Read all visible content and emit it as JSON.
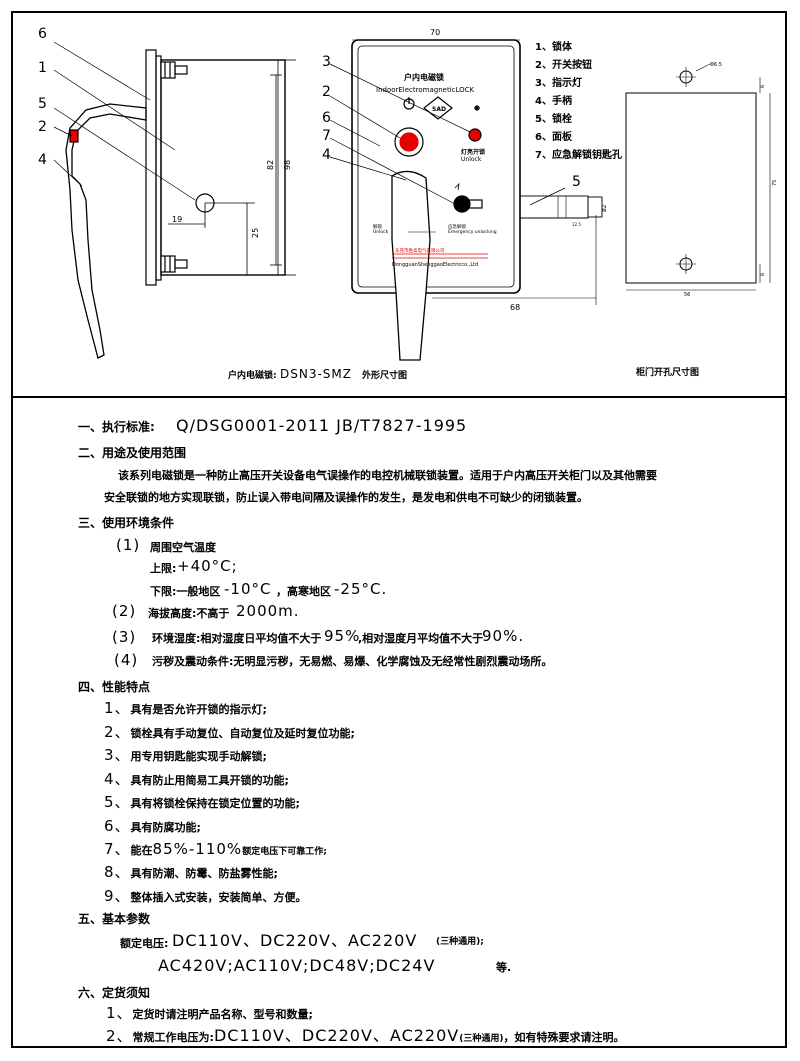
{
  "drawing": {
    "callouts_left": [
      "6",
      "1",
      "5",
      "2",
      "4"
    ],
    "dims_left": {
      "d19": "19",
      "d25": "25",
      "d82": "82",
      "d98": "98"
    },
    "front": {
      "title_cn": "户内电磁锁",
      "title_en": "IndoorElectromagneticLOCK",
      "brand": "SAD",
      "lamp_unlock_cn": "灯亮开锁",
      "lamp_unlock_en": "Unlock",
      "dim_70": "70",
      "dim_68": "68",
      "callouts": [
        "3",
        "2",
        "6",
        "7",
        "4",
        "5"
      ],
      "small_left_cn": "解锁",
      "small_left_en": "Unlock",
      "small_right_cn": "应急解锁",
      "small_right_en": "Emergency unlocking",
      "small_red": "东莞市胜高电气有限公司",
      "company_en": "DongguanShenggaoElectricco.,Ltd",
      "dim_phi2": "ø2",
      "dim_h": "12.5"
    },
    "legend": [
      "1、锁体",
      "2、开关按钮",
      "3、指示灯",
      "4、手柄",
      "5、锁栓",
      "6、面板",
      "7、应急解锁钥匙孔"
    ],
    "caption_left_cn": "户内电磁锁:",
    "caption_left_model": "DSN3-SMZ",
    "caption_left_suffix": "外形尺寸图",
    "caption_right": "柜门开孔尺寸图",
    "cutout_dims": {
      "top": "Φ6.5",
      "side": "75",
      "left1": "6",
      "left2": "6",
      "bottom": "56"
    }
  },
  "spec": {
    "s1_label": "一、执行标准:",
    "s1_value": "Q/DSG0001-2011    JB/T7827-1995",
    "s2_title": "二、用途及使用范围",
    "s2_line1": "该系列电磁锁是一种防止高压开关设备电气误操作的电控机械联锁装置。适用于户内高压开关柜门以及其他需要",
    "s2_line2": "安全联锁的地方实现联锁，防止误入带电间隔及误操作的发生，是发电和供电不可缺少的闭锁装置。",
    "s3_title": "三、使用环境条件",
    "s3_1_num": "(1)",
    "s3_1_label": "周围空气温度",
    "s3_1_upper_label": "上限:",
    "s3_1_upper_value": "+40°C;",
    "s3_1_lower_label": "下限:一般地区",
    "s3_1_lower_value1": "-10°C",
    "s3_1_lower_mid": "，高寒地区",
    "s3_1_lower_value2": "-25°C.",
    "s3_2_num": "(2)",
    "s3_2_label": "海拔高度:不高于",
    "s3_2_value": "2000m.",
    "s3_3_num": "(3)",
    "s3_3_label": "环境湿度:相对湿度日平均值不大于",
    "s3_3_v1": "95%",
    "s3_3_mid": ",相对湿度月平均值不大于",
    "s3_3_v2": "90%.",
    "s3_4_num": "(4)",
    "s3_4_label": "污秽及震动条件:无明显污秽，无易燃、易爆、化学腐蚀及无经常性剧烈震动场所。",
    "s4_title": "四、性能特点",
    "s4_items": [
      {
        "num": "1、",
        "text": "具有是否允许开锁的指示灯;"
      },
      {
        "num": "2、",
        "text": "锁栓具有手动复位、自动复位及延时复位功能;"
      },
      {
        "num": "3、",
        "text": "用专用钥匙能实现手动解锁;"
      },
      {
        "num": "4、",
        "text": "具有防止用简易工具开锁的功能;"
      },
      {
        "num": "5、",
        "text": "具有将锁栓保持在锁定位置的功能;"
      },
      {
        "num": "6、",
        "text": "具有防腐功能;"
      },
      {
        "num": "7、",
        "text": "能在",
        "value": "85%-110%",
        "suffix": "额定电压下可靠工作;"
      },
      {
        "num": "8、",
        "text": "具有防潮、防霉、防盐雾性能;"
      },
      {
        "num": "9、",
        "text": "整体插入式安装，安装简单、方便。"
      }
    ],
    "s5_title": "五、基本参数",
    "s5_label": "额定电压:",
    "s5_line1": "DC110V、DC220V、AC220V",
    "s5_line1_note": "(三种通用);",
    "s5_line2": "AC420V;AC110V;DC48V;DC24V",
    "s5_line2_suffix": "等.",
    "s6_title": "六、定货须知",
    "s6_1_num": "1、",
    "s6_1_text": "定货时请注明产品名称、型号和数量;",
    "s6_2_num": "2、",
    "s6_2_label": "常规工作电压为:",
    "s6_2_value": "DC110V、DC220V、AC220V",
    "s6_2_note": "(三种通用)",
    "s6_2_suffix": "，如有特殊要求请注明。"
  },
  "colors": {
    "red": "#e60000",
    "line": "#000000"
  }
}
